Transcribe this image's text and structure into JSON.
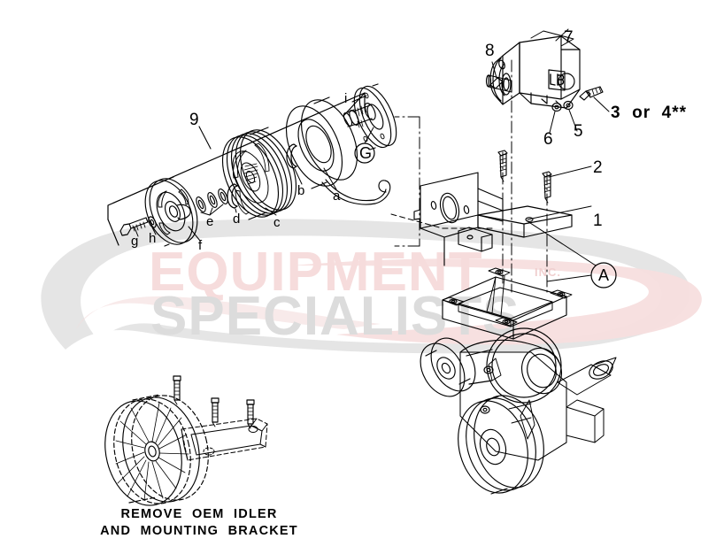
{
  "document": {
    "type": "exploded-parts-diagram",
    "background": "#ffffff",
    "line_color": "#000000"
  },
  "watermark": {
    "line1": "EQUIPMENT",
    "line2": "SPECIALISTS",
    "line3": "INC.",
    "color_line1": "#f6dcdc",
    "color_line2": "#dcdcdc",
    "color_line3": "#f3d6d6",
    "swoosh_gray": "#e2e2e2",
    "swoosh_pink": "#f7dede"
  },
  "callouts": {
    "clutch_assembly": {
      "group_number": "9",
      "items": [
        {
          "id": "a",
          "label": "a"
        },
        {
          "id": "b",
          "label": "b"
        },
        {
          "id": "c",
          "label": "c"
        },
        {
          "id": "d",
          "label": "d"
        },
        {
          "id": "e",
          "label": "e"
        },
        {
          "id": "f",
          "label": "f"
        },
        {
          "id": "g",
          "label": "g"
        },
        {
          "id": "h",
          "label": "h"
        },
        {
          "id": "i",
          "label": "i"
        }
      ],
      "circled_ref": "G"
    },
    "pump_assembly": {
      "pump": "7",
      "key": "8",
      "washer_lock": "6",
      "washer_flat": "5",
      "bolt_option": "3  or  4**",
      "pump_marking": "LB"
    },
    "bracket_assembly": {
      "bracket": "1",
      "bolt": "2",
      "circled_ref": "A"
    }
  },
  "caption": {
    "line1": "REMOVE  OEM  IDLER",
    "line2": "AND  MOUNTING  BRACKET"
  }
}
